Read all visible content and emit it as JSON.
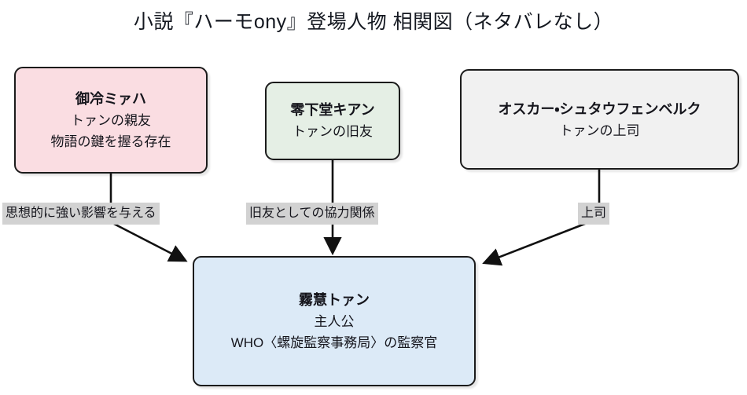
{
  "title": "小説『ハーモony』登場人物 相関図（ネタバレなし）",
  "nodes": [
    {
      "id": "miach",
      "name": "御冷ミァハ",
      "desc_line1": "トァンの親友",
      "desc_line2": "物語の鍵を握る存在",
      "fill": "#fadde2"
    },
    {
      "id": "cian",
      "name": "零下堂キアン",
      "desc_line1": "トァンの旧友",
      "fill": "#e5efe5"
    },
    {
      "id": "oscar",
      "name": "オスカー・シュタウフェンベルク",
      "desc_line1": "トァンの上司",
      "fill": "#f1f1f1"
    },
    {
      "id": "tuan",
      "name": "霧慧トァン",
      "desc_line1": "主人公",
      "desc_line2": "WHO〈螺旋監察事務局〉の監察官",
      "fill": "#dceaf7"
    }
  ],
  "edges": [
    {
      "id": "miach-tuan",
      "from": "御冷ミァハ",
      "to": "霧慧トァン",
      "label": "思想的に強い影響を与える"
    },
    {
      "id": "cian-tuan",
      "from": "零下堂キアン",
      "to": "霧慧トァン",
      "label": "旧友としての協力関係"
    },
    {
      "id": "oscar-tuan",
      "from": "オスカー・シュタウフェンベルク",
      "to": "霧慧トァン",
      "label": "上司"
    }
  ],
  "style": {
    "edge_color": "#111111",
    "edge_label_bg": "#d2d2d2",
    "node_border": "#1b1b1b",
    "background": "#ffffff"
  }
}
